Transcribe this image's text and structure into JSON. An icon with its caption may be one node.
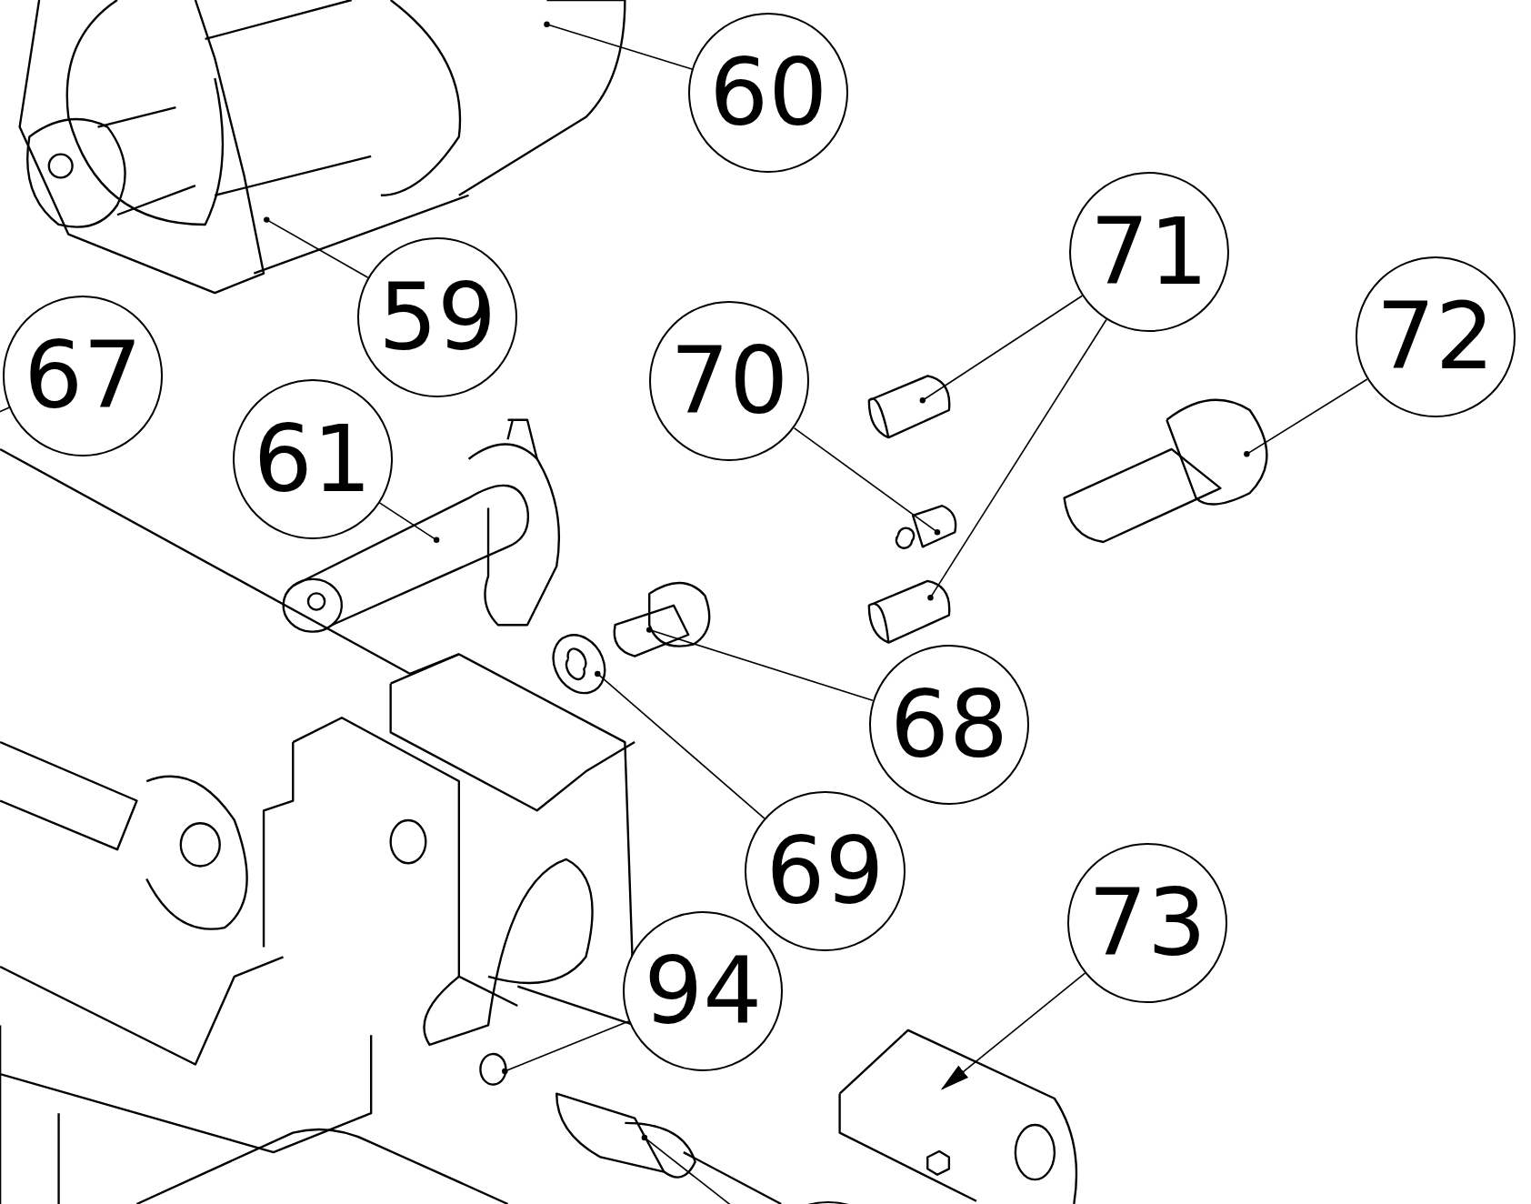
{
  "diagram": {
    "nodes": [
      {
        "text": [
          "60"
        ]
      },
      {
        "text": [
          "59"
        ]
      },
      {
        "text": [
          "67"
        ]
      },
      {
        "text": [
          "61"
        ]
      },
      {
        "text": [
          "70"
        ]
      },
      {
        "text": [
          "71"
        ]
      },
      {
        "text": [
          "72"
        ]
      },
      {
        "text": [
          "68"
        ]
      },
      {
        "text": [
          "69"
        ]
      },
      {
        "text": [
          "94"
        ]
      },
      {
        "text": [
          "73"
        ]
      },
      {
        "text": [],
        "shape": "circle"
      }
    ],
    "edges": [
      {
        "from": 0,
        "to": null,
        "arrow": "other"
      },
      {
        "from": 1,
        "to": null,
        "arrow": "other"
      },
      {
        "from": 2,
        "to": null,
        "arrow": "none"
      },
      {
        "from": 3,
        "to": null,
        "arrow": "other"
      },
      {
        "from": 4,
        "to": null,
        "arrow": "other"
      },
      {
        "from": 5,
        "to": null,
        "arrow": "other"
      },
      {
        "from": 5,
        "to": null,
        "arrow": "other"
      },
      {
        "from": 6,
        "to": null,
        "arrow": "other"
      },
      {
        "from": 7,
        "to": null,
        "arrow": "other"
      },
      {
        "from": 8,
        "to": null,
        "arrow": "other"
      },
      {
        "from": 9,
        "to": null,
        "arrow": "other"
      },
      {
        "from": 10,
        "to": null,
        "arrow": "to"
      },
      {
        "from": 11,
        "to": null,
        "arrow": "other"
      }
    ]
  }
}
